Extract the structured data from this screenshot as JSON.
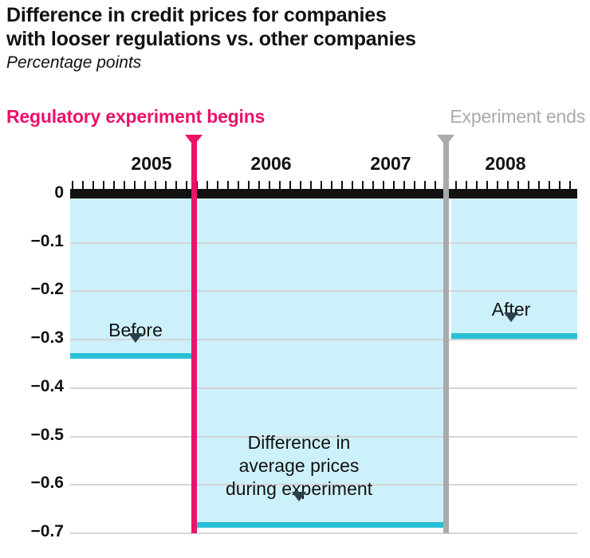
{
  "title": {
    "line1": "Difference in credit prices for companies",
    "line2": "with looser regulations vs. other companies",
    "subtitle": "Percentage points"
  },
  "annotations": {
    "begin": "Regulatory experiment begins",
    "end": "Experiment ends",
    "before": "Before",
    "after": "After",
    "middle_line1": "Difference in",
    "middle_line2": "average prices",
    "middle_line3": "during experiment"
  },
  "colors": {
    "pink": "#ec1169",
    "grey": "#a8aaad",
    "bar_fill": "#cdf1fb",
    "bar_top": "#29bfd6",
    "axis": "#121212",
    "grid": "#d3d4d6"
  },
  "chart_data": {
    "type": "bar",
    "title": "Difference in credit prices for companies with looser regulations vs. other companies",
    "subtitle": "Percentage points",
    "xlabel": "",
    "ylabel": "Percentage points",
    "ylim": [
      -0.7,
      0
    ],
    "ytick_labels": [
      "0",
      "−0.1",
      "−0.2",
      "−0.3",
      "−0.4",
      "−0.5",
      "−0.6",
      "−0.7"
    ],
    "ytick_values": [
      0,
      -0.1,
      -0.2,
      -0.3,
      -0.4,
      -0.5,
      -0.6,
      -0.7
    ],
    "xtick_labels": [
      "2005",
      "2006",
      "2007",
      "2008"
    ],
    "grid": true,
    "legend": "none",
    "categories": [
      "Before",
      "During experiment",
      "After"
    ],
    "values": [
      -0.34,
      -0.69,
      -0.3
    ],
    "annotations": [
      {
        "label": "Regulatory experiment begins",
        "x": "mid-2005",
        "color": "#ec1169"
      },
      {
        "label": "Experiment ends",
        "x": "late-2007",
        "color": "#a8aaad"
      }
    ]
  }
}
